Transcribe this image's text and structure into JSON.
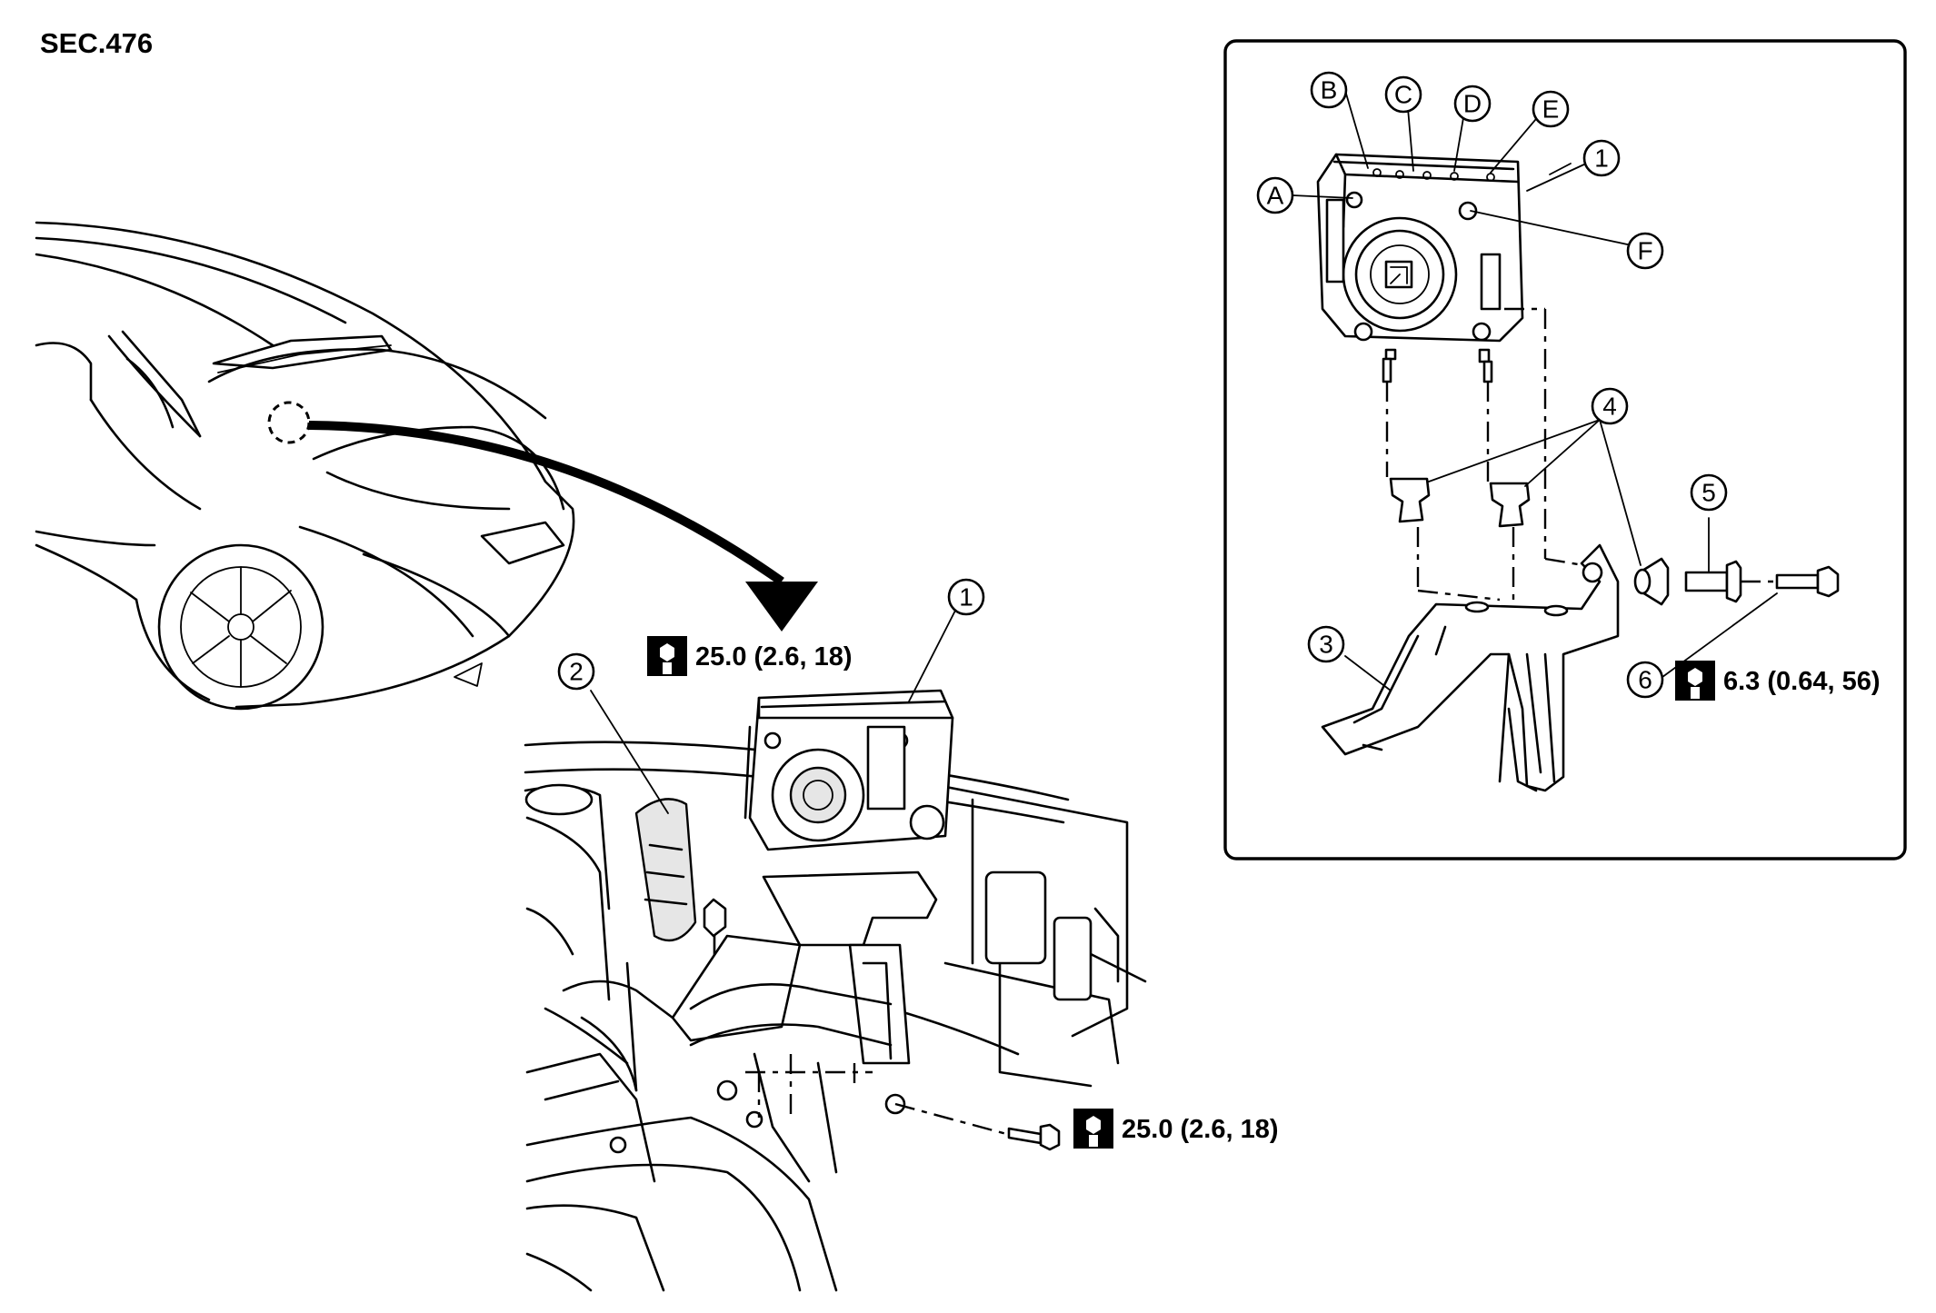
{
  "section_code": "SEC.476",
  "torque_specs": {
    "upper_bolt": "25.0 (2.6, 18)",
    "lower_bolt": "25.0 (2.6, 18)",
    "inset_bolt": "6.3 (0.64, 56)"
  },
  "callouts": {
    "main_actuator": "1",
    "main_item2": "2",
    "inset_actuator": "1",
    "inset_bracket": "3",
    "inset_grommet": "4",
    "inset_collar": "5",
    "inset_bolt": "6",
    "port_a": "A",
    "port_b": "B",
    "port_c": "C",
    "port_d": "D",
    "port_e": "E",
    "port_f": "F"
  },
  "icons": {
    "torque": "torque-wrench-icon"
  }
}
